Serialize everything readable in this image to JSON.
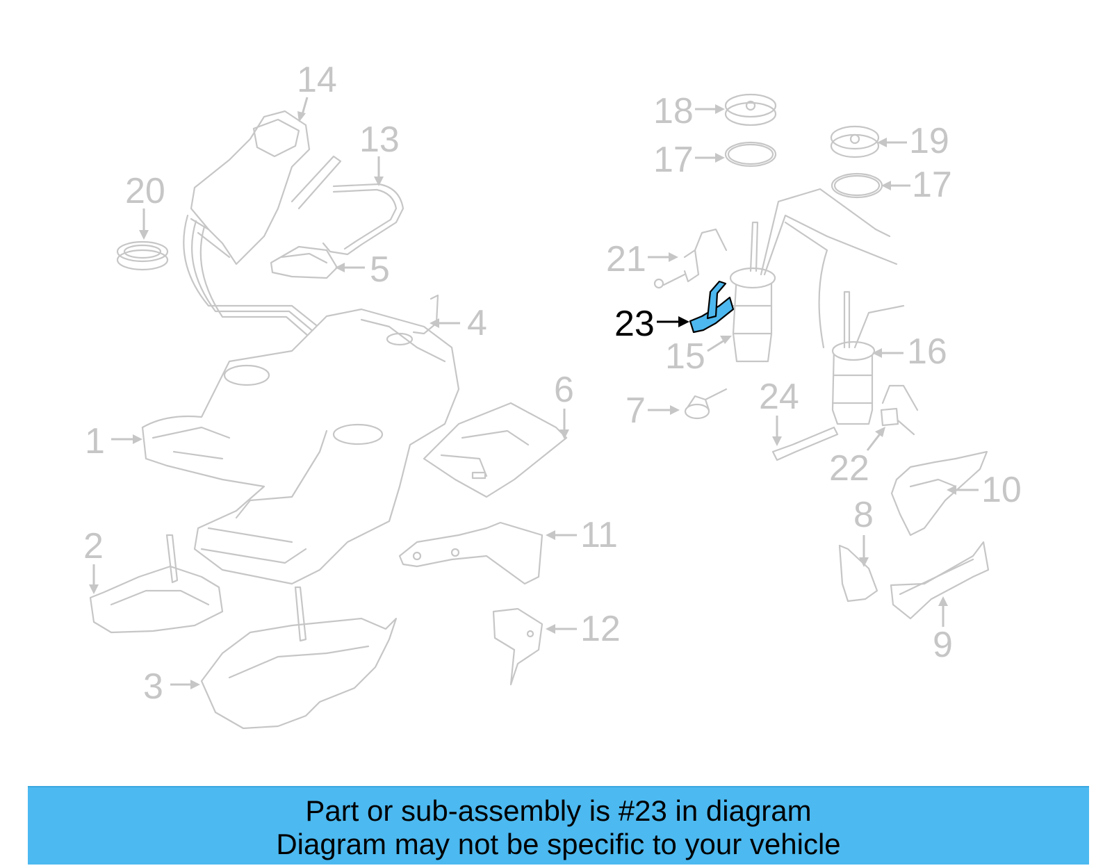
{
  "callouts": {
    "c1": "1",
    "c2": "2",
    "c3": "3",
    "c4": "4",
    "c5": "5",
    "c6": "6",
    "c7": "7",
    "c8": "8",
    "c9": "9",
    "c10": "10",
    "c11": "11",
    "c12": "12",
    "c13": "13",
    "c14": "14",
    "c15": "15",
    "c16": "16",
    "c17a": "17",
    "c17b": "17",
    "c18": "18",
    "c19": "19",
    "c20": "20",
    "c21": "21",
    "c22": "22",
    "c23": "23",
    "c24": "24"
  },
  "highlight": {
    "part_number": "23",
    "color": "#4db8ef"
  },
  "banner": {
    "line1": "Part or sub-assembly is #23 in diagram",
    "line2": "Diagram may not be specific to your vehicle",
    "background": "#4cb9f0"
  }
}
